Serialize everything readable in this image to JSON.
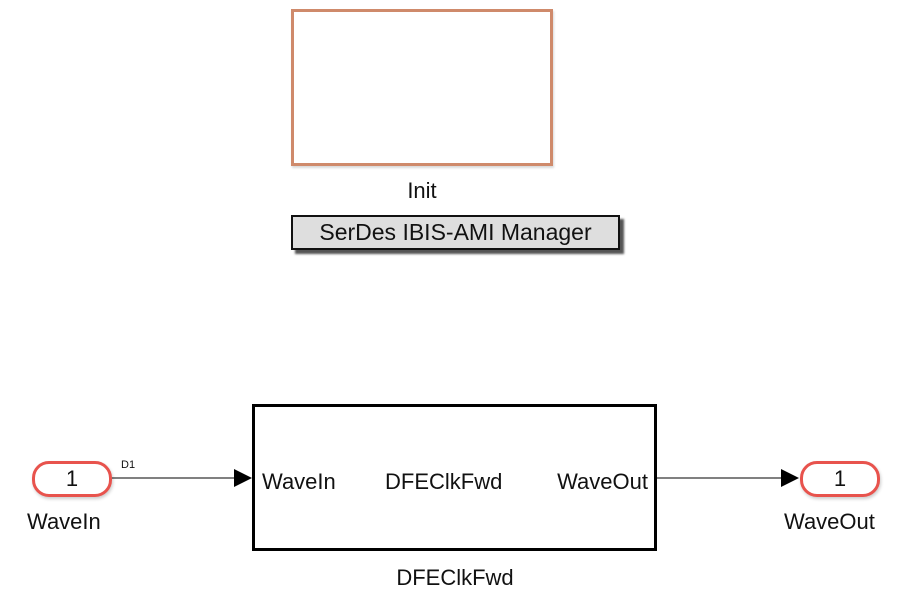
{
  "init_block": {
    "label": "Init"
  },
  "manager_button": {
    "label": "SerDes IBIS-AMI Manager"
  },
  "inport": {
    "number": "1",
    "label": "WaveIn"
  },
  "outport": {
    "number": "1",
    "label": "WaveOut"
  },
  "signal": {
    "label": "D1"
  },
  "subsystem": {
    "name": "DFEClkFwd",
    "title": "DFEClkFwd",
    "in_port": "WaveIn",
    "out_port": "WaveOut"
  },
  "colors": {
    "init_border": "#cf8a6b",
    "port_border": "#e8534d"
  }
}
